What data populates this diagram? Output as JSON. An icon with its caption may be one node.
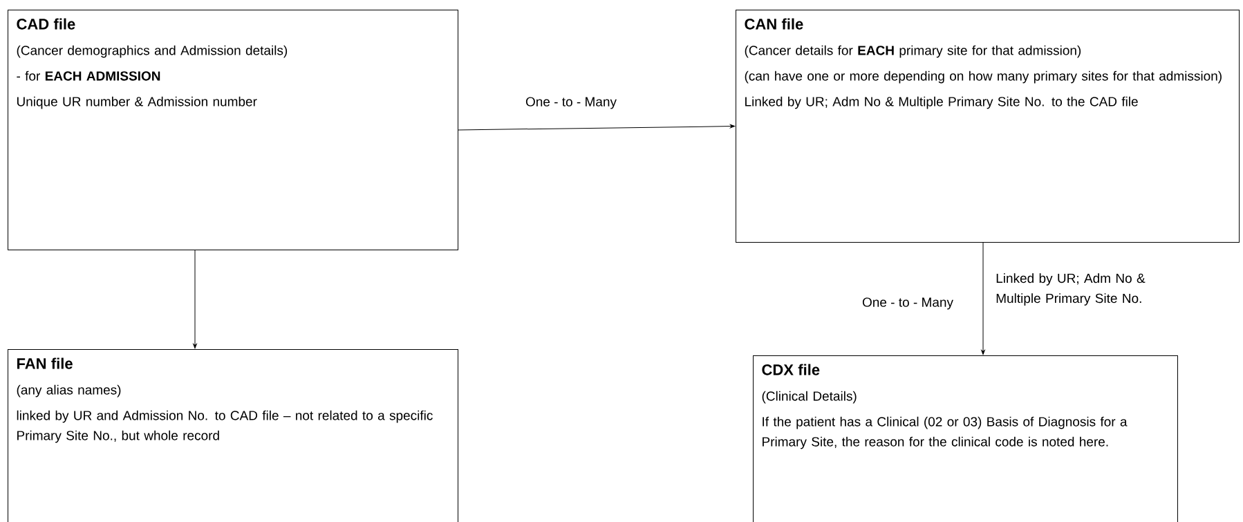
{
  "diagram": {
    "nodes": [
      {
        "text": [
          "CAD file",
          "(Cancer demographics and Admission details)",
          "- for **EACH ADMISSION**",
          "Unique UR number & Admission number"
        ]
      },
      {
        "text": [
          "CAN file",
          "(Cancer details for **EACH** primary site for that admission)",
          "(can have one or more depending on how many primary sites for that admission)",
          "Linked by UR; Adm No & Multiple Primary Site No. to the CAD file"
        ]
      },
      {
        "text": [
          "FAN file",
          "(any alias names)",
          "linked by UR and Admission No. to CAD file – not related to a specific Primary Site No., but whole record"
        ]
      },
      {
        "text": [
          "CDX file",
          "(Clinical Details)",
          "If the patient has a Clinical (02 or 03) Basis of Diagnosis for a Primary Site, the reason for the clinical code is noted here."
        ]
      }
    ],
    "edges": [
      {
        "from": 0,
        "to": 1,
        "arrow": "to",
        "label": "One - to - Many"
      },
      {
        "from": 0,
        "to": 2,
        "arrow": "to"
      },
      {
        "from": 1,
        "to": 3,
        "arrow": "to",
        "label": "One - to - Many"
      }
    ],
    "labels": [
      "Linked by UR; Adm No & Multiple Primary Site No."
    ]
  }
}
